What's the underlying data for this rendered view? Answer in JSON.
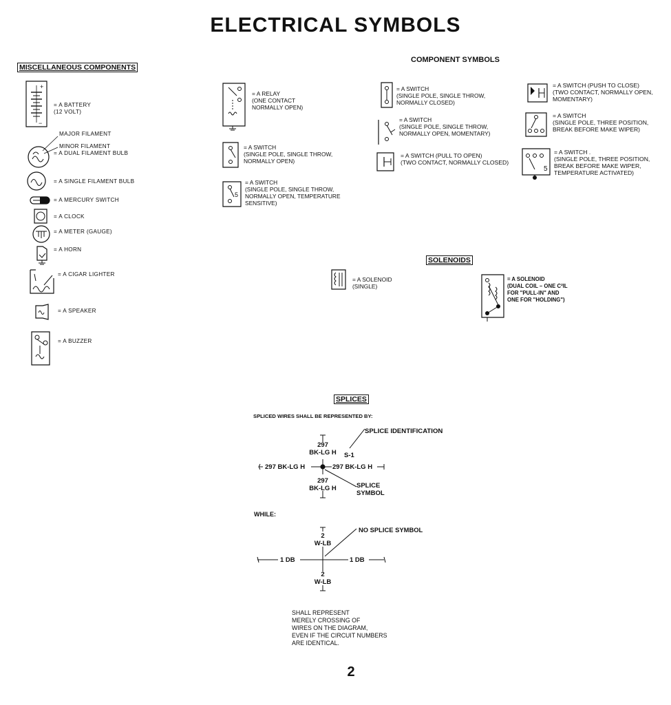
{
  "page": {
    "title": "ELECTRICAL SYMBOLS",
    "page_number": "2"
  },
  "misc": {
    "heading": "MISCELLANEOUS COMPONENTS",
    "battery": "= A BATTERY\n(12 VOLT)",
    "major_filament": "MAJOR FILAMENT",
    "minor_filament": "MINOR FILAMENT",
    "dual_bulb": "= A DUAL FILAMENT BULB",
    "single_bulb": "= A SINGLE FILAMENT BULB",
    "mercury": "= A MERCURY SWITCH",
    "clock": "= A CLOCK",
    "meter": "= A METER (GAUGE)",
    "horn": "= A HORN",
    "cigar": "= A CIGAR LIGHTER",
    "speaker": "= A SPEAKER",
    "buzzer": "= A BUZZER"
  },
  "components": {
    "heading": "COMPONENT SYMBOLS",
    "relay": "= A RELAY\n(ONE CONTACT\nNORMALLY OPEN)",
    "switch_spst_open": "= A SWITCH\n(SINGLE POLE, SINGLE THROW,\nNORMALLY OPEN)",
    "switch_temp": "= A SWITCH\n(SINGLE POLE, SINGLE THROW,\nNORMALLY OPEN, TEMPERATURE\nSENSITIVE)",
    "switch_spst_closed": "= A SWITCH\n(SINGLE POLE, SINGLE THROW,\nNORMALLY CLOSED)",
    "switch_momentary": "= A SWITCH\n(SINGLE POLE, SINGLE THROW,\nNORMALLY OPEN, MOMENTARY)",
    "switch_pull": "= A SWITCH (PULL TO OPEN)\n(TWO CONTACT, NORMALLY CLOSED)",
    "switch_push": "= A SWITCH (PUSH TO CLOSE)\n(TWO CONTACT, NORMALLY OPEN,\nMOMENTARY)",
    "switch_three": "= A SWITCH\n(SINGLE POLE, THREE POSITION,\nBREAK BEFORE MAKE WIPER)",
    "switch_three_temp": "= A SWITCH .\n(SINGLE POLE, THREE POSITION,\nBREAK BEFORE MAKE WIPER,\nTEMPERATURE ACTIVATED)"
  },
  "solenoids": {
    "heading": "SOLENOIDS",
    "single": "= A SOLENOID\n(SINGLE)",
    "dual": "= A SOLENOID\n(DUAL COIL – ONE C²IL\nFOR \"PULL-IN\" AND\nONE FOR \"HOLDING\")"
  },
  "splices": {
    "heading": "SPLICES",
    "intro": "SPLICED WIRES SHALL BE REPRESENTED BY:",
    "splice_id": "SPLICE IDENTIFICATION",
    "s1": "S-1",
    "top_num": "297",
    "top_color": "BK-LG H",
    "left_wire": "297 BK-LG H",
    "right_wire": "297 BK-LG H",
    "bottom_num": "297",
    "bottom_color": "BK-LG H",
    "splice_symbol": "SPLICE\nSYMBOL",
    "while": "WHILE:",
    "no_splice": "NO SPLICE SYMBOL",
    "x_top_num": "2",
    "x_top_color": "W-LB",
    "x_left": "1 DB",
    "x_right": "1 DB",
    "x_bottom_num": "2",
    "x_bottom_color": "W-LB",
    "note": "SHALL REPRESENT\nMERELY CROSSING OF\nWIRES ON THE DIAGRAM,\nEVEN IF THE CIRCUIT NUMBERS\nARE IDENTICAL."
  }
}
